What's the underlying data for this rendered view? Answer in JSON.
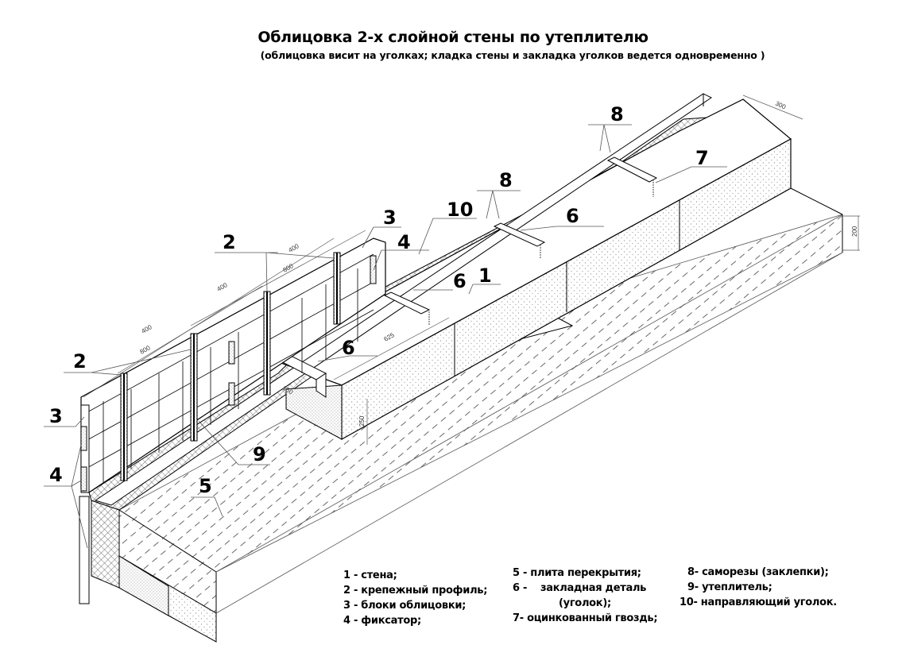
{
  "title": "Облицовка 2-х слойной стены по утеплителю",
  "subtitle": "(облицовка висит на уголках; кладка стены и закладка уголков ведется одновременно )",
  "callouts": {
    "c1": "1",
    "c2a": "2",
    "c2b": "2",
    "c3a": "3",
    "c3b": "3",
    "c4a": "4",
    "c4b": "4",
    "c5": "5",
    "c6a": "6",
    "c6b": "6",
    "c6c": "6",
    "c7": "7",
    "c8a": "8",
    "c8b": "8",
    "c9": "9",
    "c10": "10"
  },
  "dimensions": {
    "d300": "300",
    "d200": "200",
    "d625": "625",
    "d250": "250",
    "d150": "150",
    "d400a": "400",
    "d400b": "400",
    "d400c": "400",
    "d800a": "800",
    "d800b": "800"
  },
  "legend": {
    "col1": [
      "1 - стена;",
      "2 - крепежный профиль;",
      "3 - блоки облицовки;",
      "4 - фиксатор;"
    ],
    "col2": [
      "5 - плита перекрытия;",
      "6 -    закладная деталь",
      "(уголок);",
      "7- оцинкованный гвоздь;"
    ],
    "col3": [
      "8- саморезы (заклепки);",
      "9- утеплитель;",
      "10- направляющий уголок."
    ]
  }
}
